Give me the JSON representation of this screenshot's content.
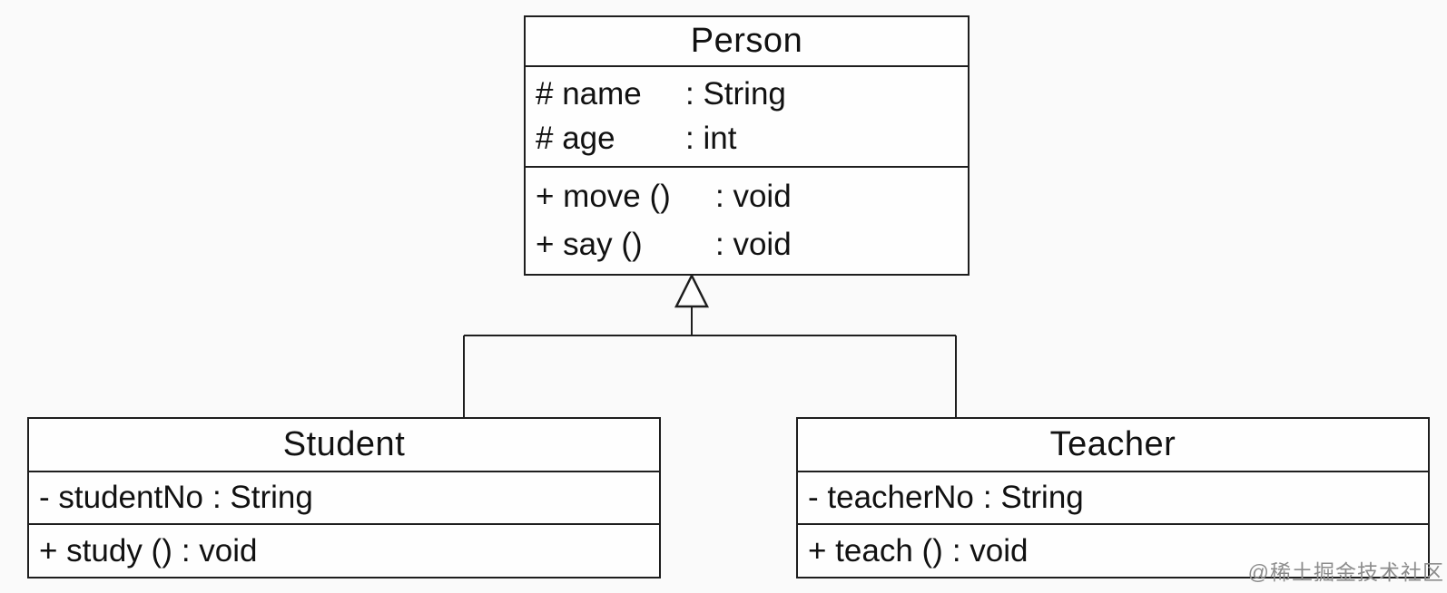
{
  "diagram": {
    "type": "uml-class-diagram",
    "person": {
      "title": "Person",
      "attributes": [
        {
          "label": "# name",
          "type": ": String"
        },
        {
          "label": "# age",
          "type": ": int"
        }
      ],
      "methods": [
        {
          "label": "+ move ()",
          "type": ": void"
        },
        {
          "label": "+ say ()",
          "type": ": void"
        }
      ]
    },
    "student": {
      "title": "Student",
      "attributes": [
        {
          "label": "- studentNo",
          "type": ": String"
        }
      ],
      "methods": [
        {
          "label": "+ study ()",
          "type": ": void"
        }
      ]
    },
    "teacher": {
      "title": "Teacher",
      "attributes": [
        {
          "label": "- teacherNo",
          "type": ": String"
        }
      ],
      "methods": [
        {
          "label": "+ teach ()",
          "type": ": void"
        }
      ]
    },
    "relationships": [
      {
        "type": "inheritance",
        "from": "Student",
        "to": "Person"
      },
      {
        "type": "inheritance",
        "from": "Teacher",
        "to": "Person"
      }
    ]
  },
  "watermark": "@稀土掘金技术社区",
  "colors": {
    "line": "#1e1e1e",
    "box_fill": "#fefefe",
    "background": "#fafafa",
    "text": "#111111",
    "watermark": "#8d8d8d"
  }
}
